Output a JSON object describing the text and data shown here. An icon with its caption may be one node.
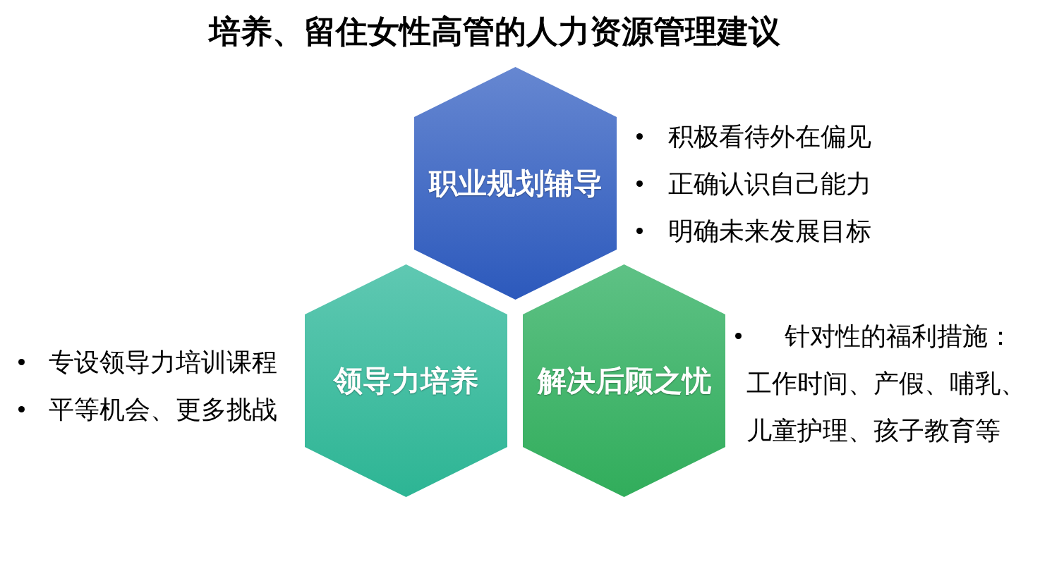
{
  "diagram": {
    "title": "培养、留住女性高管的人力资源管理建议",
    "nodes": [
      {
        "text": [
          "职业规划辅导"
        ],
        "beside": [
          "积极看待外在偏见",
          "正确认识自己能力",
          "明确未来发展目标"
        ]
      },
      {
        "text": [
          "领导力培养"
        ],
        "beside": [
          "专设领导力培训课程",
          "平等机会、更多挑战"
        ]
      },
      {
        "text": [
          "解决后顾之忧"
        ],
        "beside": [
          "针对性的福利措施：工作时间、产假、哺乳、儿童护理、孩子教育等"
        ]
      }
    ]
  }
}
